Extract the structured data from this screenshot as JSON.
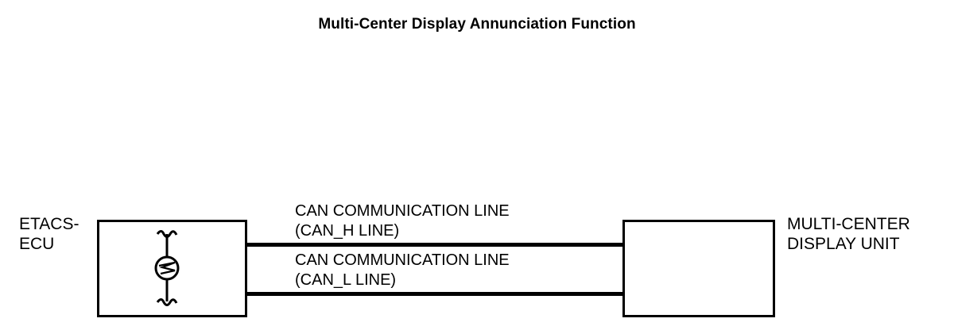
{
  "title": "Multi-Center Display Annunciation Function",
  "blocks": {
    "left": {
      "label": "ETACS-\nECU",
      "symbol_name": "can-transceiver-symbol"
    },
    "right": {
      "label": "MULTI-CENTER\nDISPLAY UNIT"
    }
  },
  "connections": [
    {
      "id": "can_h",
      "label": "CAN COMMUNICATION LINE\n(CAN_H LINE)",
      "line_name": "can-h-line"
    },
    {
      "id": "can_l",
      "label": "CAN COMMUNICATION LINE\n(CAN_L LINE)",
      "line_name": "can-l-line"
    }
  ],
  "colors": {
    "stroke": "#000000",
    "background": "#ffffff"
  }
}
